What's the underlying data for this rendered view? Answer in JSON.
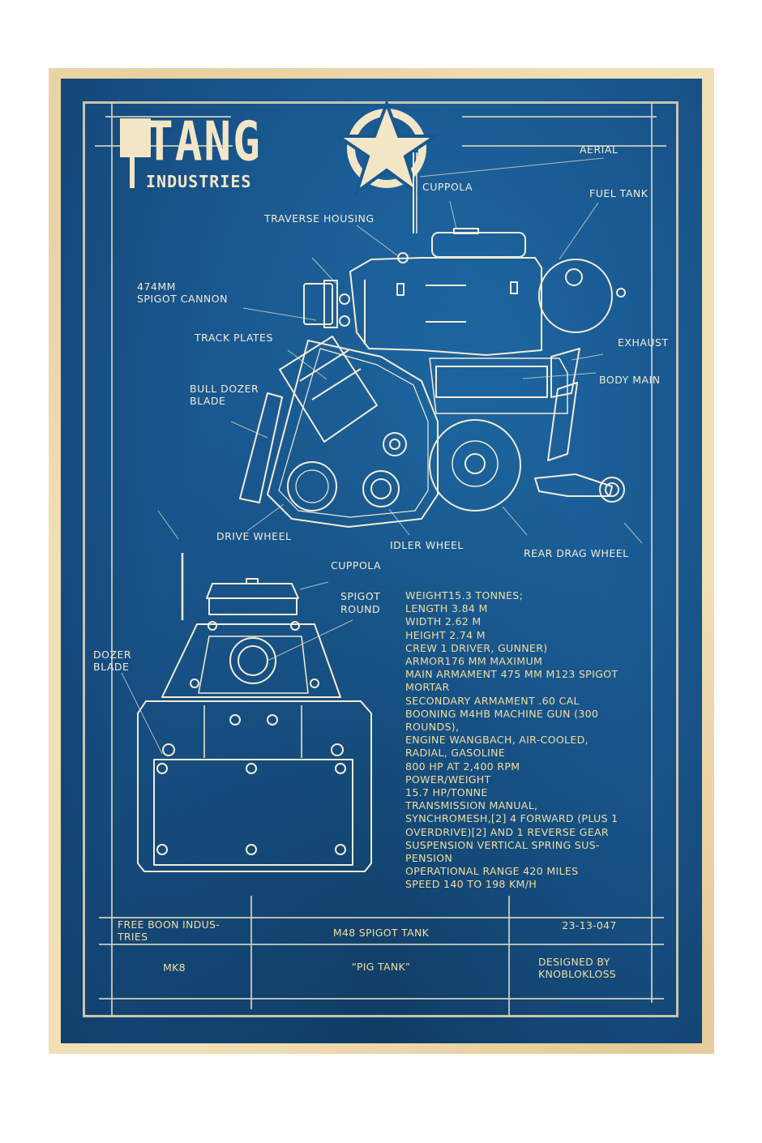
{
  "logo": {
    "brand": "TANG",
    "subtitle": "INDUSTRIES",
    "emblem": "star-roundel-icon"
  },
  "colors": {
    "paper": "#f1dfb5",
    "blueprint": "#19578f",
    "line": "#f3ecd6",
    "spec_text": "#f0dea2",
    "frame": "#c9c4b0"
  },
  "side_view_labels": [
    {
      "id": "aerial",
      "text": "AERIAL"
    },
    {
      "id": "cuppola",
      "text": "CUPPOLA"
    },
    {
      "id": "fuel-tank",
      "text": "FUEL TANK"
    },
    {
      "id": "traverse-housing",
      "text": "TRAVERSE HOUSING"
    },
    {
      "id": "spigot-cannon",
      "text": "474MM\nSPIGOT CANNON",
      "line1": "474MM",
      "line2": "SPIGOT CANNON"
    },
    {
      "id": "track-plates",
      "text": "TRACK PLATES"
    },
    {
      "id": "exhaust",
      "text": "EXHAUST"
    },
    {
      "id": "body-main",
      "text": "BODY MAIN"
    },
    {
      "id": "bull-dozer-blade",
      "line1": "BULL DOZER",
      "line2": "BLADE"
    },
    {
      "id": "drive-wheel",
      "text": "DRIVE WHEEL"
    },
    {
      "id": "idler-wheel",
      "text": "IDLER WHEEL"
    },
    {
      "id": "rear-drag-wheel",
      "text": "REAR DRAG WHEEL"
    }
  ],
  "front_view_labels": [
    {
      "id": "cuppola",
      "text": "CUPPOLA"
    },
    {
      "id": "spigot-round",
      "line1": "SPIGOT",
      "line2": "ROUND"
    },
    {
      "id": "dozer-blade",
      "line1": "DOZER",
      "line2": "BLADE"
    }
  ],
  "specs": [
    "WEIGHT15.3 TONNES;",
    "LENGTH  3.84 M",
    "WIDTH  2.62 M",
    "HEIGHT 2.74 M",
    "CREW  1 DRIVER, GUNNER)",
    "ARMOR176 MM MAXIMUM",
    "MAIN ARMAMENT 475 MM M123 SPIGOT",
    "MORTAR",
    "SECONDARY ARMAMENT .60 CAL",
    "BOONING M4HB MACHINE GUN (300",
    "ROUNDS),",
    "ENGINE WANGBACH, AIR-COOLED,",
    "RADIAL, GASOLINE",
    "800 HP AT 2,400 RPM",
    "POWER/WEIGHT",
    "15.7 HP/TONNE",
    "TRANSMISSION MANUAL,",
    "SYNCHROMESH,[2] 4 FORWARD (PLUS 1",
    "OVERDRIVE)[2] AND 1 REVERSE GEAR",
    "SUSPENSION VERTICAL SPRING SUS-",
    "PENSION",
    "OPERATIONAL RANGE 420 MILES",
    "SPEED 140 TO 198 KM/H"
  ],
  "title_block": {
    "row1": {
      "manufacturer_line1": "FREE BOON INDUS-",
      "manufacturer_line2": "TRIES",
      "model": "M48 SPIGOT TANK",
      "number": "23-13-047"
    },
    "row2": {
      "mark": "MK8",
      "nickname": "“PIG TANK”",
      "designer_line1": "DESIGNED BY",
      "designer_line2": "KNOBLOKLOSS"
    }
  }
}
